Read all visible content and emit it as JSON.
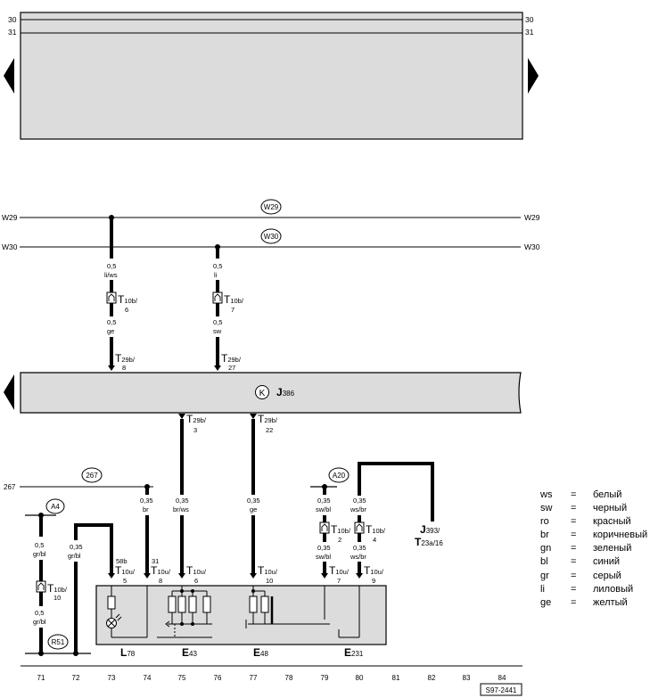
{
  "top_rails": {
    "left": [
      "30",
      "31"
    ],
    "right": [
      "30",
      "31"
    ]
  },
  "buses": [
    {
      "left": "W29",
      "right": "W29",
      "marker": "W29"
    },
    {
      "left": "W30",
      "right": "W30",
      "marker": "W30"
    },
    {
      "left": "267",
      "marker": "267"
    }
  ],
  "ground_markers": [
    "A4",
    "A20",
    "R51"
  ],
  "control_unit": {
    "symbol": "K",
    "name": "J",
    "sub": "386"
  },
  "wire_labels": {
    "w1_top": [
      "0,5",
      "li/ws"
    ],
    "w1_mid": [
      "0,5",
      "ge"
    ],
    "w2_top": [
      "0,5",
      "li"
    ],
    "w2_mid": [
      "0,5",
      "sw"
    ],
    "w3": [
      "0,35",
      "br/ws"
    ],
    "w4": [
      "0,35",
      "ge"
    ],
    "w5": [
      "0,35",
      "br"
    ],
    "w6_top": [
      "0,5",
      "gr/bl"
    ],
    "w6_bot": [
      "0,5",
      "gr/bl"
    ],
    "w7": [
      "0,35",
      "gr/bl"
    ],
    "w8_top": [
      "0,35",
      "sw/bl"
    ],
    "w8_bot": [
      "0,35",
      "sw/bl"
    ],
    "w9_top": [
      "0,35",
      "ws/br"
    ],
    "w9_bot": [
      "0,35",
      "ws/br"
    ]
  },
  "connectors": {
    "t10b_6": {
      "name": "T",
      "sub": "10b/",
      "pin": "6"
    },
    "t10b_7": {
      "name": "T",
      "sub": "10b/",
      "pin": "7"
    },
    "t29b_8": {
      "name": "T",
      "sub": "29b/",
      "pin": "8"
    },
    "t29b_27": {
      "name": "T",
      "sub": "29b/",
      "pin": "27"
    },
    "t29b_3": {
      "name": "T",
      "sub": "29b/",
      "pin": "3"
    },
    "t29b_22": {
      "name": "T",
      "sub": "29b/",
      "pin": "22"
    },
    "t10b_10": {
      "name": "T",
      "sub": "10b/",
      "pin": "10"
    },
    "t10b_2": {
      "name": "T",
      "sub": "10b/",
      "pin": "2"
    },
    "t10b_4": {
      "name": "T",
      "sub": "10b/",
      "pin": "4"
    },
    "t10u_5": {
      "pre": "58b",
      "name": "T",
      "sub": "10u/",
      "pin": "5"
    },
    "t10u_8": {
      "pre": "31",
      "name": "T",
      "sub": "10u/",
      "pin": "8"
    },
    "t10u_6": {
      "name": "T",
      "sub": "10u/",
      "pin": "6"
    },
    "t10u_10": {
      "name": "T",
      "sub": "10u/",
      "pin": "10"
    },
    "t10u_7": {
      "name": "T",
      "sub": "10u/",
      "pin": "7"
    },
    "t10u_9": {
      "name": "T",
      "sub": "10u/",
      "pin": "9"
    }
  },
  "j393": {
    "line1": "J",
    "line1_sub": "393/",
    "line2": "T",
    "line2_sub": "23a/16"
  },
  "components": [
    {
      "name": "L",
      "sub": "78"
    },
    {
      "name": "E",
      "sub": "43"
    },
    {
      "name": "E",
      "sub": "48"
    },
    {
      "name": "E",
      "sub": "231"
    }
  ],
  "legend": [
    {
      "code": "ws",
      "eq": "=",
      "text": "белый"
    },
    {
      "code": "sw",
      "eq": "=",
      "text": "черный"
    },
    {
      "code": "ro",
      "eq": "=",
      "text": "красный"
    },
    {
      "code": "br",
      "eq": "=",
      "text": "коричневый"
    },
    {
      "code": "gn",
      "eq": "=",
      "text": "зеленый"
    },
    {
      "code": "bl",
      "eq": "=",
      "text": "синий"
    },
    {
      "code": "gr",
      "eq": "=",
      "text": "серый"
    },
    {
      "code": "li",
      "eq": "=",
      "text": "лиловый"
    },
    {
      "code": "ge",
      "eq": "=",
      "text": "желтый"
    }
  ],
  "grid_numbers": [
    "71",
    "72",
    "73",
    "74",
    "75",
    "76",
    "77",
    "78",
    "79",
    "80",
    "81",
    "82",
    "83",
    "84"
  ],
  "doc_id": "S97-2441"
}
